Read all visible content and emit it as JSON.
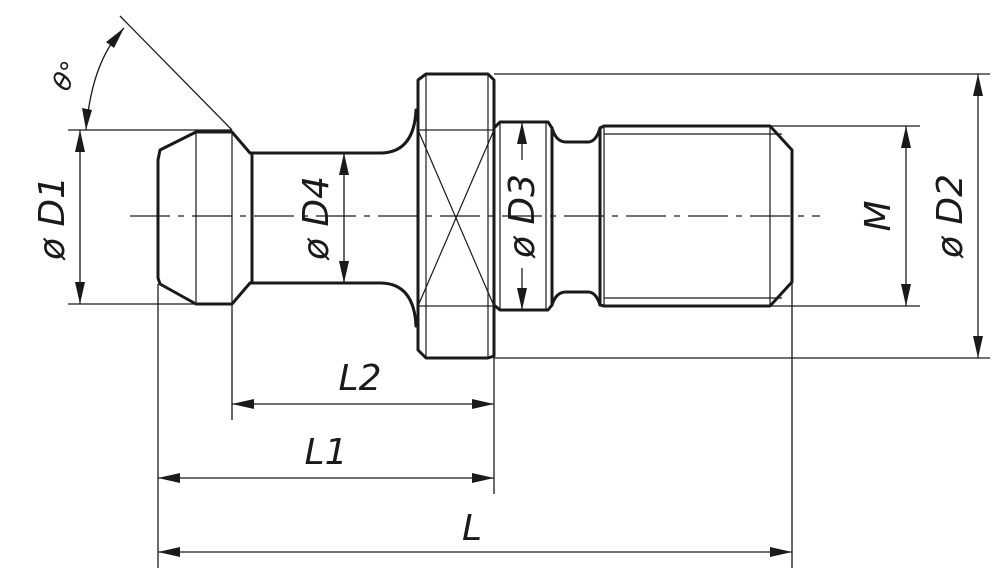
{
  "labels": {
    "angle": "θ°",
    "d1": "ø D1",
    "d2": "ø D2",
    "d3": "ø D3",
    "d4": "ø D4",
    "m": "M",
    "l": "L",
    "l1": "L1",
    "l2": "L2"
  }
}
